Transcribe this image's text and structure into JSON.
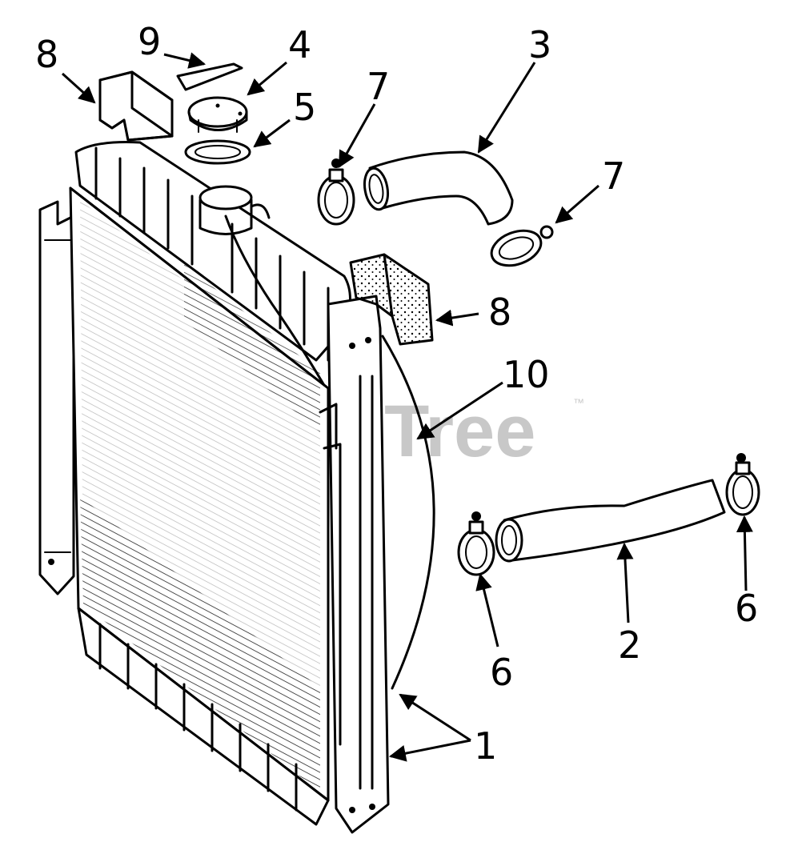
{
  "watermark": {
    "text": "PartsTree",
    "trademark": "™"
  },
  "callouts": [
    {
      "id": "c8a",
      "text": "8"
    },
    {
      "id": "c9",
      "text": "9"
    },
    {
      "id": "c4",
      "text": "4"
    },
    {
      "id": "c5",
      "text": "5"
    },
    {
      "id": "c7a",
      "text": "7"
    },
    {
      "id": "c3",
      "text": "3"
    },
    {
      "id": "c7b",
      "text": "7"
    },
    {
      "id": "c8b",
      "text": "8"
    },
    {
      "id": "c10",
      "text": "10"
    },
    {
      "id": "c6a",
      "text": "6"
    },
    {
      "id": "c2",
      "text": "2"
    },
    {
      "id": "c6b",
      "text": "6"
    },
    {
      "id": "c1",
      "text": "1"
    }
  ]
}
